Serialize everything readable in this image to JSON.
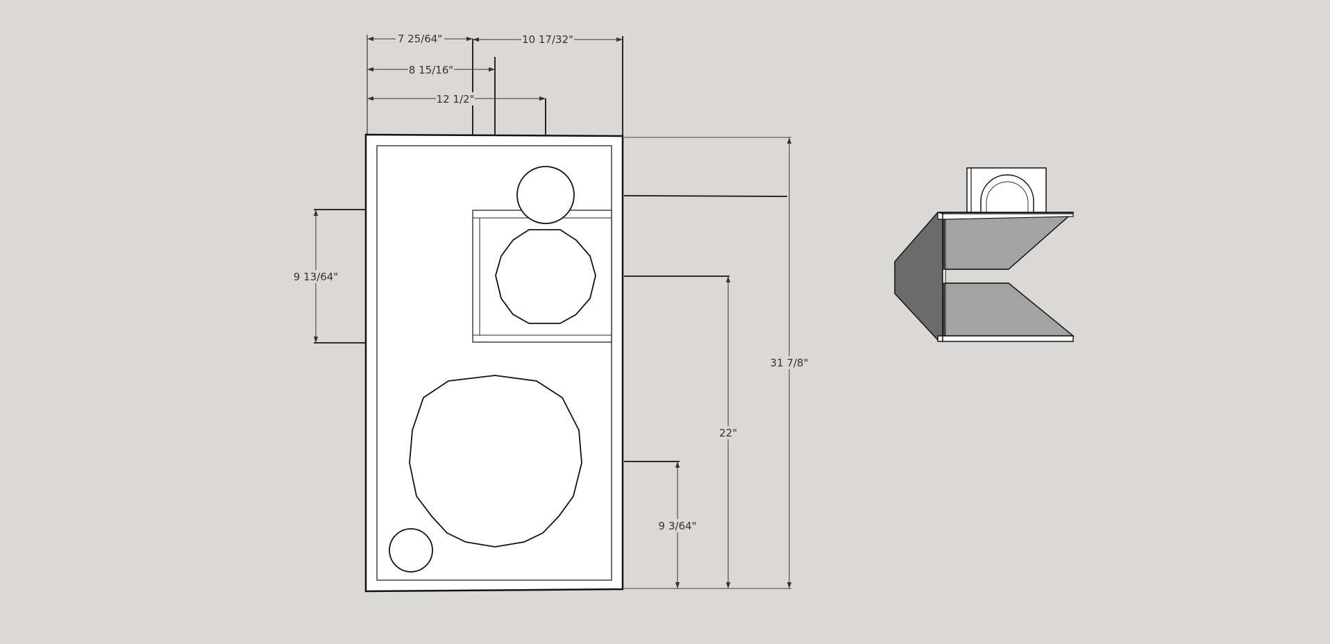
{
  "colors": {
    "background": "#dad9d5",
    "panel": "#ffffff",
    "line": "#111111",
    "dimension_text": "#333333",
    "shade_dark": "#6b6b6b",
    "shade_mid": "#a3a3a3"
  },
  "dimensions": {
    "tweeter_x": "7 25/64\"",
    "mid_x": "8 15/16\"",
    "top_driver_x": "12 1/2\"",
    "tweeter_to_right": "10 17/32\"",
    "port_height": "9 13/64\"",
    "total_height": "31 7/8\"",
    "mid_height": "22\"",
    "woofer_height": "9 3/64\""
  }
}
